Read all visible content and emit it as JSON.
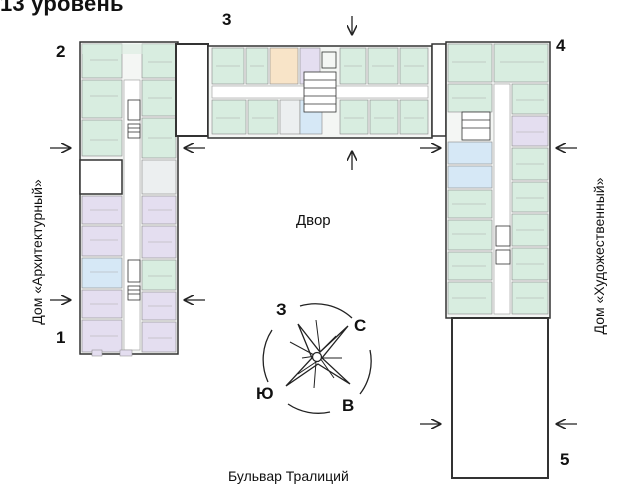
{
  "title": "13 уровень",
  "sections": [
    {
      "number": "1"
    },
    {
      "number": "2"
    },
    {
      "number": "3"
    },
    {
      "number": "4"
    },
    {
      "number": "5"
    }
  ],
  "labels": {
    "courtyard": "Двор",
    "left_building": "Дом «Архитектурный»",
    "right_building": "Дом «Художественный»",
    "boulevard": "Бульвар Тралиций"
  },
  "compass": {
    "north": "С",
    "south": "Ю",
    "east": "В",
    "west": "З"
  },
  "colors": {
    "green_apartment": "#d8ede0",
    "purple_apartment": "#e4def0",
    "blue_apartment": "#d6e8f6",
    "orange_apartment": "#f8e4c8",
    "wall": "#333333"
  }
}
